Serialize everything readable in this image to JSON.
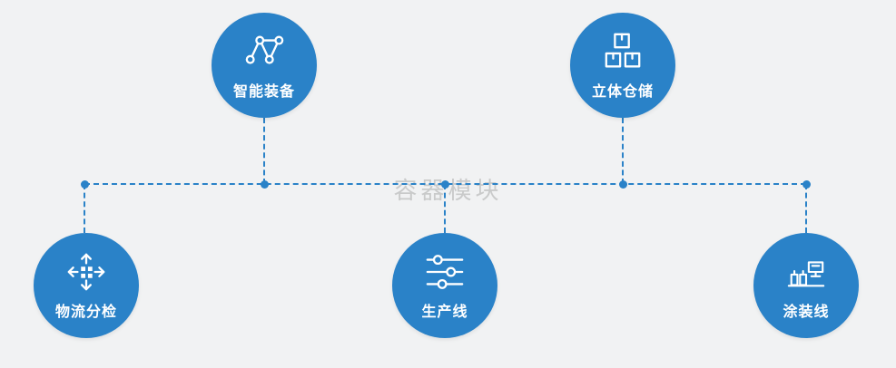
{
  "watermark": "容器模块",
  "colors": {
    "accent": "#2a82c8",
    "background": "#f1f2f3",
    "label_text": "#ffffff",
    "watermark_text": "rgba(110,110,110,0.30)"
  },
  "diagram": {
    "type": "node-link",
    "nodes": [
      {
        "label": "智能装备",
        "icon": "network-icon",
        "row": "top"
      },
      {
        "label": "立体仓储",
        "icon": "warehouse-boxes-icon",
        "row": "top"
      },
      {
        "label": "物流分检",
        "icon": "sorting-arrows-icon",
        "row": "bottom"
      },
      {
        "label": "生产线",
        "icon": "sliders-icon",
        "row": "bottom"
      },
      {
        "label": "涂装线",
        "icon": "coating-machine-icon",
        "row": "bottom"
      }
    ]
  }
}
